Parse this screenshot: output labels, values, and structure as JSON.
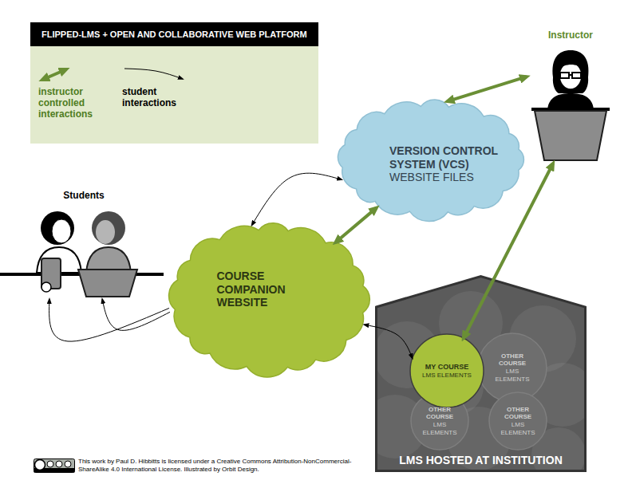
{
  "diagram": {
    "title": "FLIPPED-LMS + OPEN AND COLLABORATIVE WEB PLATFORM",
    "nodes": [
      {
        "text": [
          "Instructor"
        ]
      },
      {
        "text": [
          "VERSION CONTROL SYSTEM (VCS)",
          "WEBSITE FILES"
        ]
      },
      {
        "text": [
          "Students"
        ]
      },
      {
        "text": [
          "COURSE COMPANION WEBSITE"
        ]
      },
      {
        "text": [
          "LMS HOSTED AT INSTITUTION"
        ]
      },
      {
        "text": [
          "MY COURSE",
          "LMS ELEMENTS"
        ],
        "in": 4
      },
      {
        "text": [
          "OTHER COURSE",
          "LMS ELEMENTS"
        ],
        "in": 4
      },
      {
        "text": [
          "OTHER COURSE",
          "LMS ELEMENTS"
        ],
        "in": 4
      },
      {
        "text": [
          "OTHER COURSE",
          "LMS ELEMENTS"
        ],
        "in": 4
      }
    ],
    "edges": [
      {
        "from": 0,
        "to": 1,
        "arrow": "both"
      },
      {
        "from": 1,
        "to": 3,
        "arrow": "both"
      },
      {
        "from": 0,
        "to": 5,
        "arrow": "both"
      },
      {
        "from": 3,
        "to": 1,
        "arrow": "both"
      },
      {
        "from": 3,
        "to": 2,
        "arrow": "to"
      },
      {
        "from": 3,
        "to": 2,
        "arrow": "to"
      },
      {
        "from": 3,
        "to": 5,
        "arrow": "both"
      }
    ],
    "labels": [
      "This work by Paul D. Hibbitts is licensed under a Creative Commons Attribution-NonCommercial-ShareAlike 4.0 International License. Illustrated by Orbit Design."
    ],
    "legend": [
      {
        "text": "instructor controlled interactions"
      },
      {
        "text": "student interactions"
      }
    ]
  }
}
